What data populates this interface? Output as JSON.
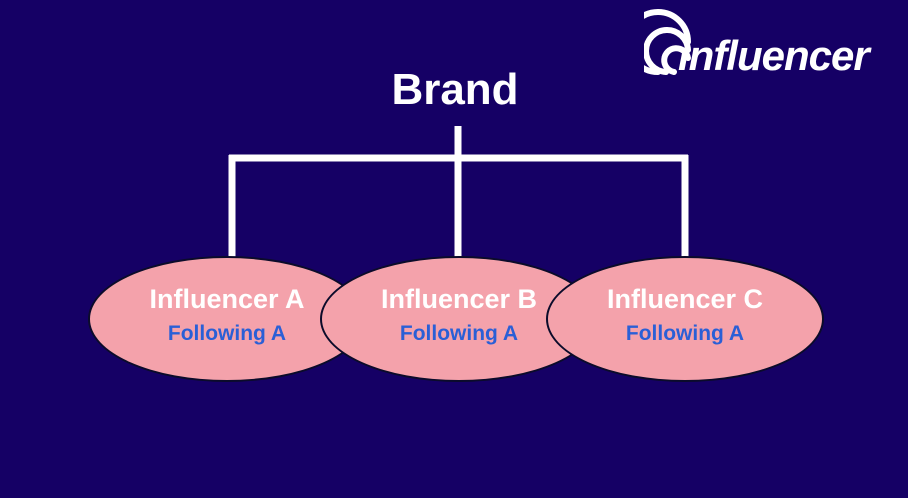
{
  "logo": {
    "text": "influencer",
    "icon": "signal-waves-icon",
    "color": "#ffffff"
  },
  "root": {
    "label": "Brand"
  },
  "nodes": [
    {
      "name": "Influencer A",
      "sub": "Following A"
    },
    {
      "name": "Influencer B",
      "sub": "Following A"
    },
    {
      "name": "Influencer C",
      "sub": "Following A"
    }
  ],
  "colors": {
    "background": "#150065",
    "node_fill": "#f4a2ab",
    "node_title": "#ffffff",
    "node_sub": "#2a5fd6",
    "connector": "#ffffff"
  }
}
